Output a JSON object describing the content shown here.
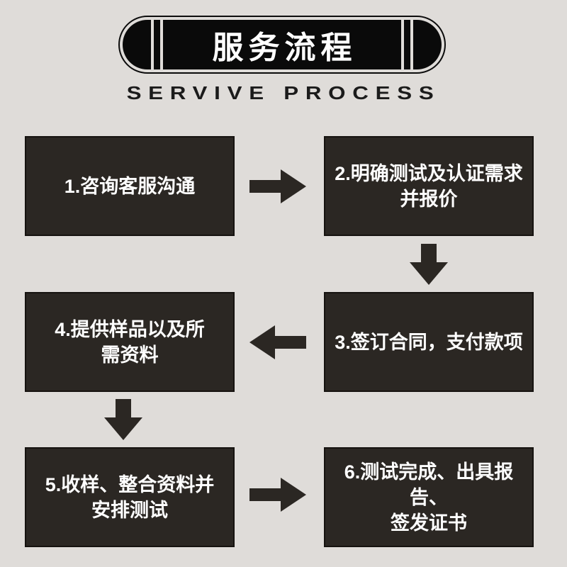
{
  "header": {
    "title": "服务流程",
    "subtitle": "SERVIVE PROCESS"
  },
  "flow": {
    "steps": [
      {
        "id": 1,
        "lines": [
          "1.咨询客服沟通"
        ]
      },
      {
        "id": 2,
        "lines": [
          "2.明确测试及认证需求",
          "并报价"
        ]
      },
      {
        "id": 3,
        "lines": [
          "3.签订合同，支付款项"
        ]
      },
      {
        "id": 4,
        "lines": [
          "4.提供样品以及所",
          "需资料"
        ]
      },
      {
        "id": 5,
        "lines": [
          "5.收样、整合资料并",
          "安排测试"
        ]
      },
      {
        "id": 6,
        "lines": [
          "6.测试完成、出具报告、",
          "签发证书"
        ]
      }
    ],
    "arrows": [
      {
        "from": 1,
        "to": 2,
        "direction": "right"
      },
      {
        "from": 2,
        "to": 3,
        "direction": "down"
      },
      {
        "from": 3,
        "to": 4,
        "direction": "left"
      },
      {
        "from": 4,
        "to": 5,
        "direction": "down"
      },
      {
        "from": 5,
        "to": 6,
        "direction": "right"
      }
    ]
  },
  "colors": {
    "background": "#dfdcd9",
    "banner_fill": "#0a0a0a",
    "box_fill": "#2b2723",
    "box_border": "#161310",
    "arrow": "#2b2723",
    "text_on_dark": "#ffffff",
    "subtitle_text": "#1b1b1b"
  }
}
